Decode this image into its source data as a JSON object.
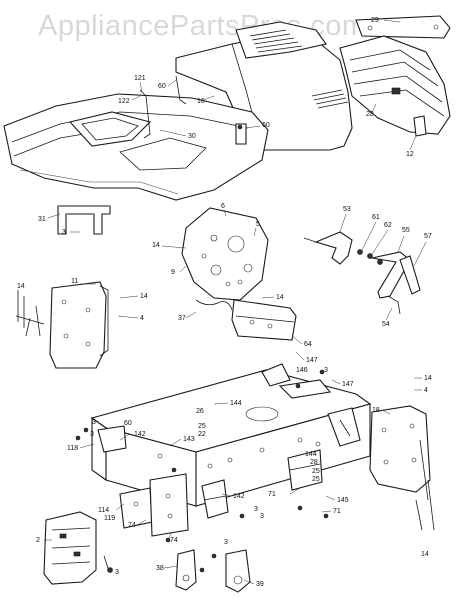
{
  "watermark": "AppliancePartsPros.com",
  "callouts": {
    "c29": "29",
    "c121": "121",
    "c122": "122",
    "c60a": "60",
    "c16": "16",
    "c28": "28",
    "c30": "30",
    "c60b": "60",
    "c12": "12",
    "c31": "31",
    "c3a": "3",
    "c6": "6",
    "c5": "5",
    "c14a": "14",
    "c9": "9",
    "c53": "53",
    "c61": "61",
    "c62": "62",
    "c55": "55",
    "c57": "57",
    "c11": "11",
    "c14b": "14",
    "c14c": "14",
    "c4a": "4",
    "c14d": "14",
    "c37": "37",
    "c54": "54",
    "c64": "64",
    "c147a": "147",
    "c3b": "3",
    "c146": "146",
    "c147b": "147",
    "c14e": "14",
    "c4b": "4",
    "c144a": "144",
    "c26": "26",
    "c60c": "60",
    "c142a": "142",
    "c143": "143",
    "c3c": "3",
    "c3d": "3",
    "c118": "118",
    "c18": "18",
    "c25a": "25",
    "c22": "22",
    "c28b": "28",
    "c144b": "144",
    "c25b": "25",
    "c25c": "25",
    "c71a": "71",
    "c145": "145",
    "c71b": "71",
    "c14f": "14",
    "c142b": "142",
    "c114": "114",
    "c119": "119",
    "c74a": "74",
    "c3e": "3",
    "c74b": "74",
    "c3f": "3",
    "c3g": "3",
    "c2": "2",
    "c3h": "3",
    "c38": "38",
    "c39": "39"
  }
}
